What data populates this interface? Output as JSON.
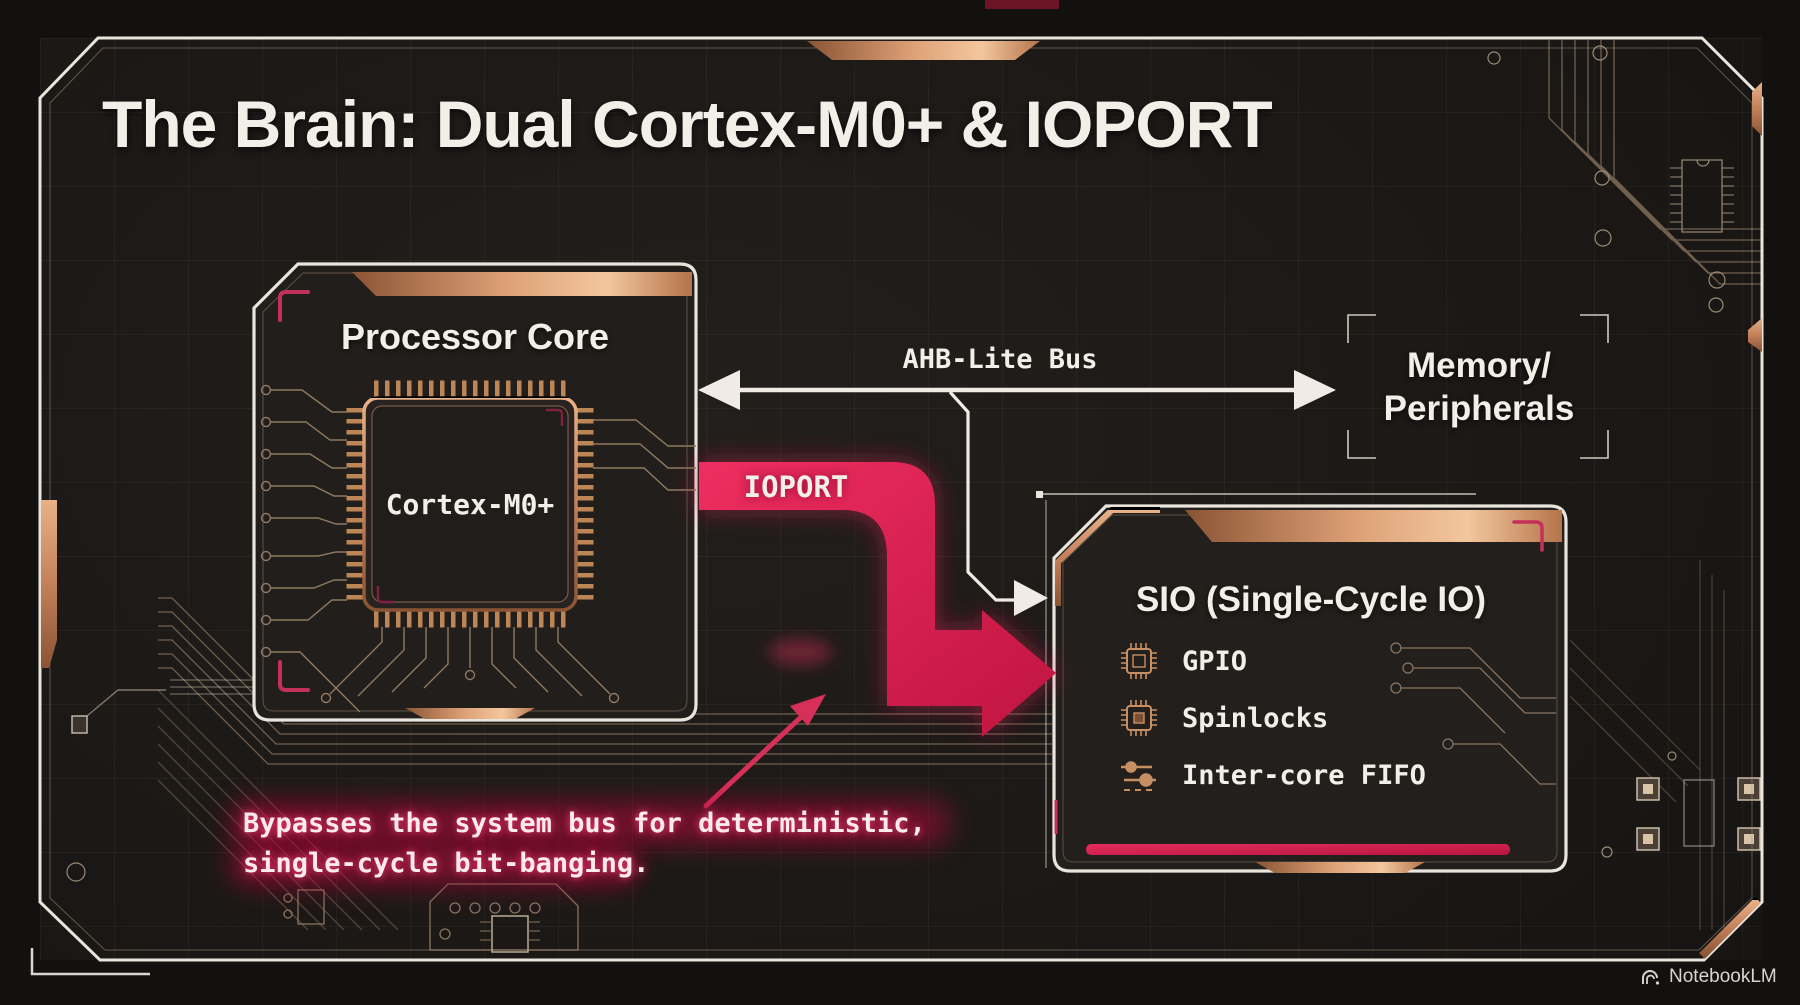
{
  "slide": {
    "title": "The Brain: Dual Cortex-M0+ & IOPORT"
  },
  "processor": {
    "title": "Processor Core",
    "chip_label": "Cortex-M0+"
  },
  "bus": {
    "label": "AHB-Lite Bus"
  },
  "memory": {
    "label_line1": "Memory/",
    "label_line2": "Peripherals"
  },
  "ioport": {
    "label": "IOPORT"
  },
  "sio": {
    "title": "SIO (Single-Cycle IO)",
    "items": [
      {
        "icon": "chip-icon",
        "label": "GPIO"
      },
      {
        "icon": "chip-icon",
        "label": "Spinlocks"
      },
      {
        "icon": "fifo-icon",
        "label": "Inter-core FIFO"
      }
    ]
  },
  "annotation": {
    "line1": "Bypasses the system bus for deterministic,",
    "line2": "single-cycle bit-banging."
  },
  "watermark": {
    "label": "NotebookLM"
  },
  "colors": {
    "crimson": "#d81e50",
    "copper": "#cf9064",
    "frame": "#eae6df",
    "background": "#1d1a18"
  }
}
